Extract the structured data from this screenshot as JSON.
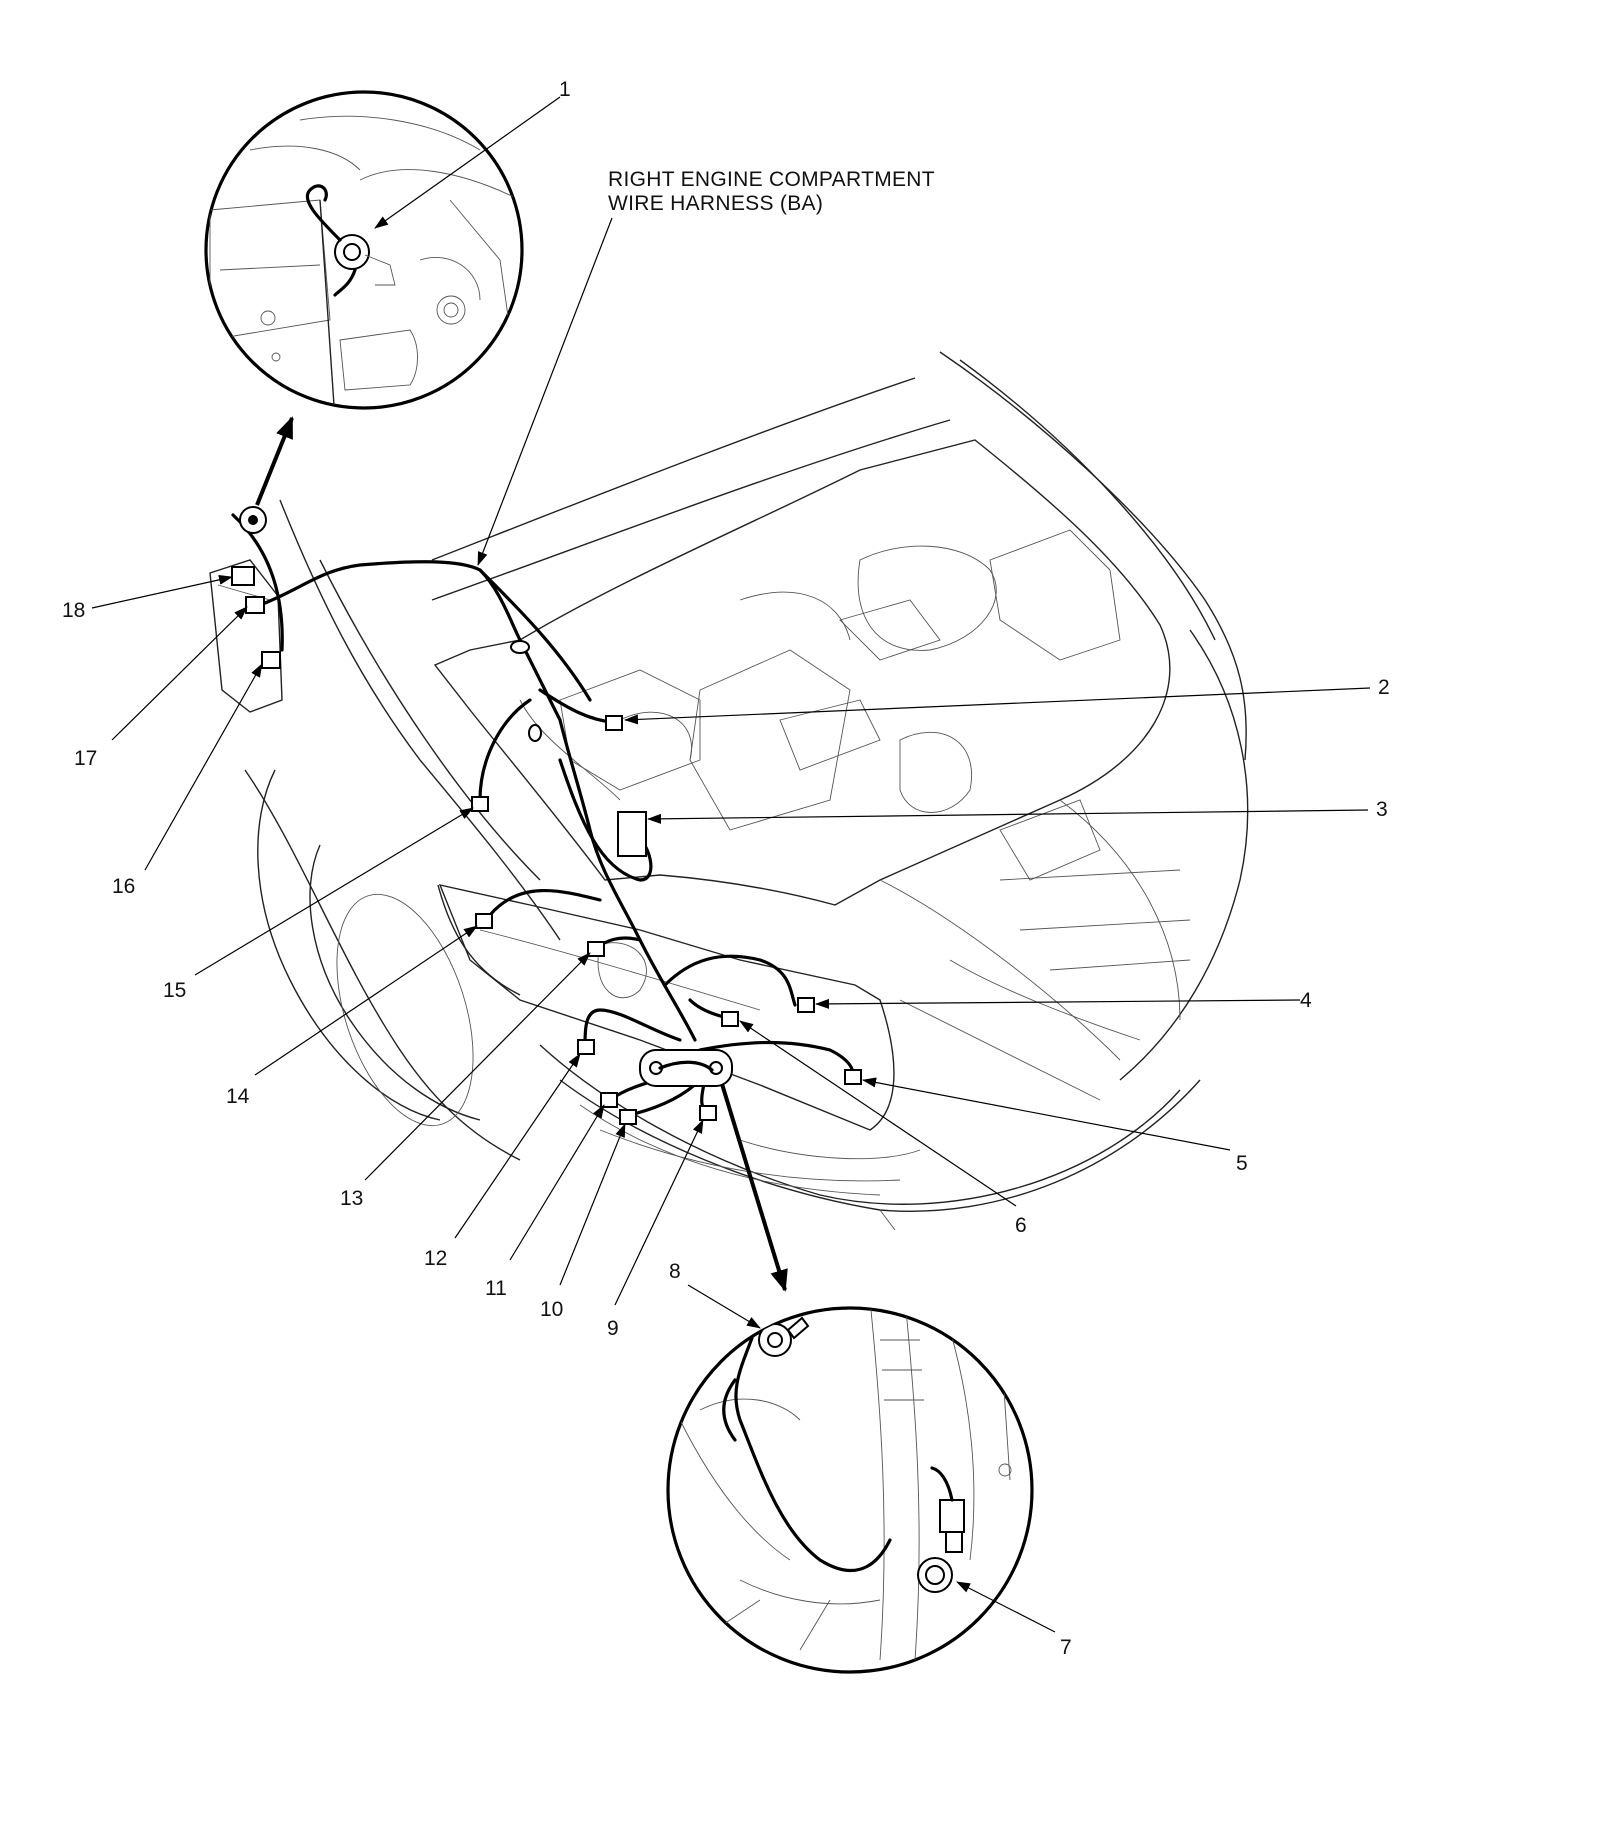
{
  "diagram": {
    "harness_label_line1": "RIGHT ENGINE COMPARTMENT",
    "harness_label_line2": "WIRE HARNESS (BA)",
    "callouts": [
      "1",
      "2",
      "3",
      "4",
      "5",
      "6",
      "7",
      "8",
      "9",
      "10",
      "11",
      "12",
      "13",
      "14",
      "15",
      "16",
      "17",
      "18"
    ]
  }
}
